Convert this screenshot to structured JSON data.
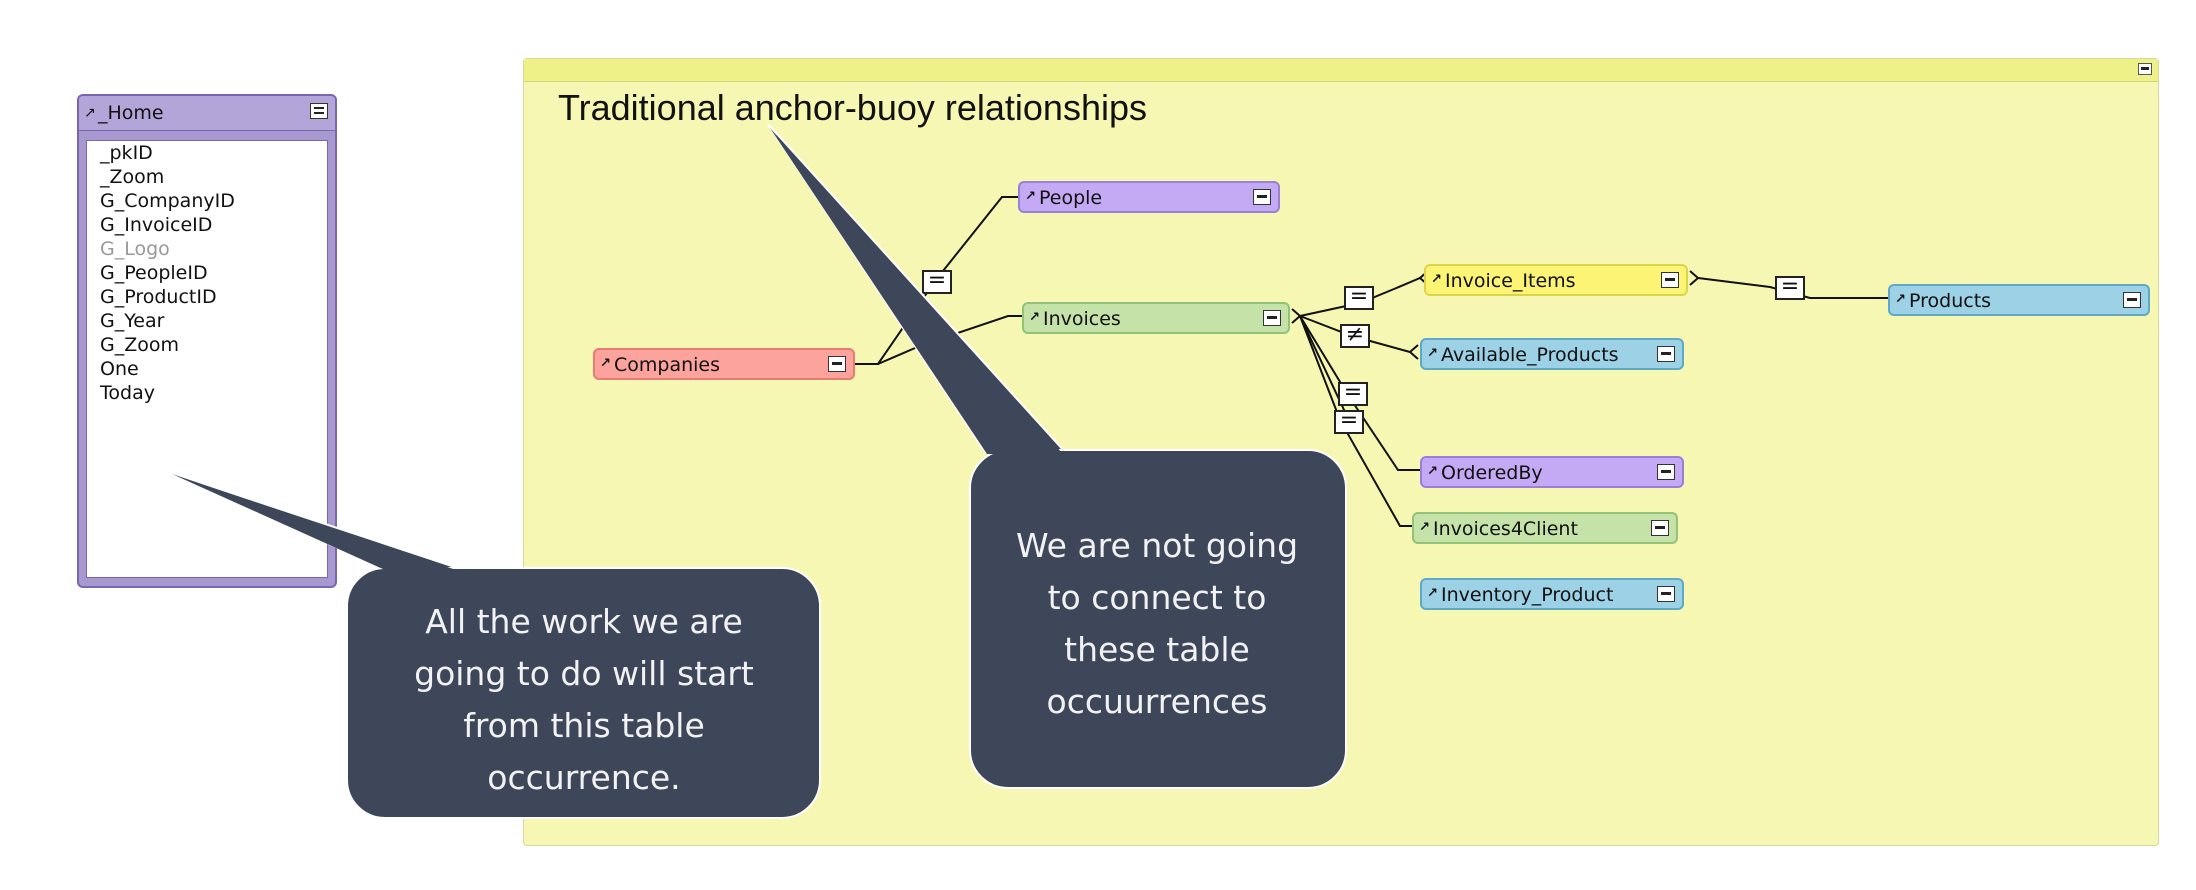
{
  "note": {
    "title": "Traditional anchor-buoy relationships"
  },
  "home_to": {
    "name": "_Home",
    "fields": [
      "_pkID",
      "_Zoom",
      "G_CompanyID",
      "G_InvoiceID",
      "G_Logo",
      "G_PeopleID",
      "G_ProductID",
      "G_Year",
      "G_Zoom",
      "One",
      "Today"
    ],
    "dimmed_field": "G_Logo"
  },
  "table_occurrences": {
    "companies": "Companies",
    "people": "People",
    "invoices": "Invoices",
    "invoice_items": "Invoice_Items",
    "products": "Products",
    "available_products": "Available_Products",
    "ordered_by": "OrderedBy",
    "invoices4client": "Invoices4Client",
    "inventory_product": "Inventory_Product"
  },
  "operators": {
    "equal": "=",
    "not_equal": "≠"
  },
  "callouts": {
    "left": "All the work we are going to do will start from this table occurrence.",
    "right": "We are not going to connect to these table occuurrences"
  },
  "colors": {
    "note_bg": "#f7f7b4",
    "callout_bg": "#3d4759",
    "to_red": "#fba39c",
    "to_purple": "#c4a9f4",
    "to_green": "#c5e2a8",
    "to_yellow": "#fbf475",
    "to_blue": "#9cd1e6"
  }
}
